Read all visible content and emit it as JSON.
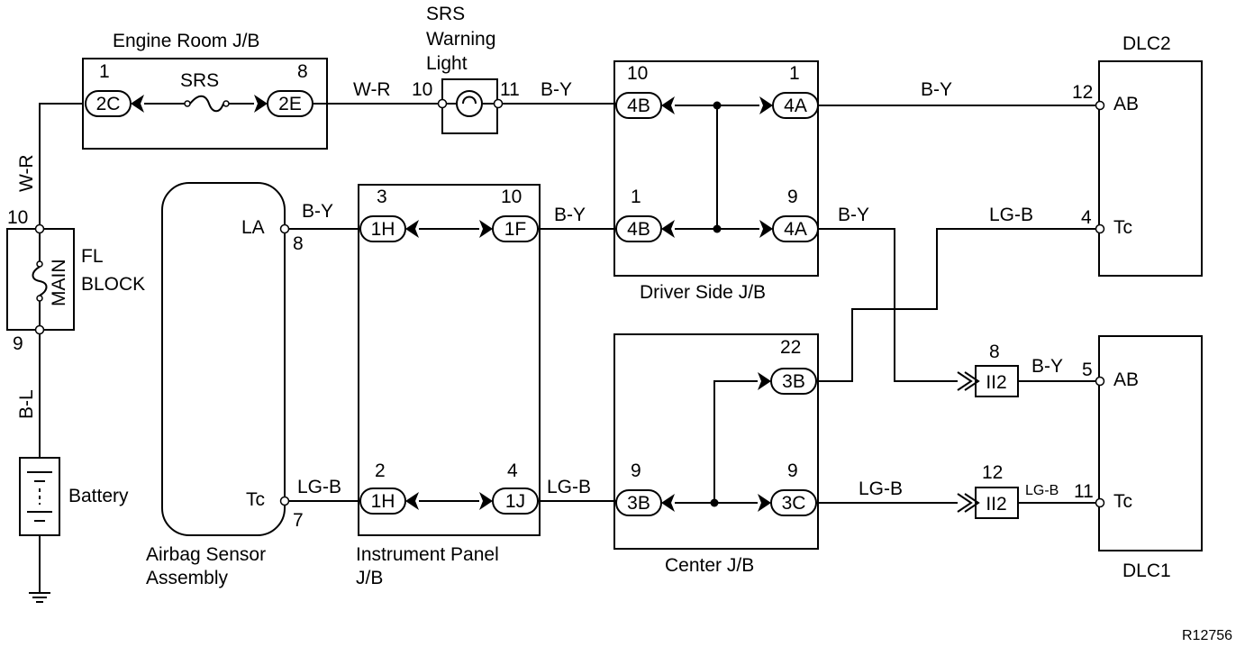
{
  "diagram": {
    "ref": "R12756",
    "engine_room_jb": {
      "title": "Engine Room J/B",
      "pin_left": "1",
      "pin_right": "8",
      "conn_left": "2C",
      "conn_right": "2E",
      "fuse": "SRS"
    },
    "srs_light": {
      "title_line1": "SRS",
      "title_line2": "Warning",
      "title_line3": "Light",
      "pin_in": "10",
      "pin_out": "11"
    },
    "driver_side_jb": {
      "title": "Driver Side J/B",
      "pin_tl": "10",
      "pin_tr": "1",
      "pin_bl": "1",
      "pin_br": "9",
      "conn_tl": "4B",
      "conn_tr": "4A",
      "conn_bl": "4B",
      "conn_br": "4A"
    },
    "dlc2": {
      "title": "DLC2",
      "pin_ab": "12",
      "label_ab": "AB",
      "pin_tc": "4",
      "label_tc": "Tc"
    },
    "fl_block": {
      "label_fl": "FL",
      "label_block": "BLOCK",
      "label_main": "MAIN",
      "pin_top": "10",
      "pin_bottom": "9"
    },
    "battery": {
      "label": "Battery"
    },
    "airbag": {
      "title_line1": "Airbag Sensor",
      "title_line2": "Assembly",
      "term_la": "LA",
      "pin_la": "8",
      "term_tc": "Tc",
      "pin_tc": "7"
    },
    "instrument_panel_jb": {
      "title_line1": "Instrument Panel",
      "title_line2": "J/B",
      "pin_tl": "3",
      "pin_tr": "10",
      "pin_bl": "2",
      "pin_br": "4",
      "conn_tl": "1H",
      "conn_tr": "1F",
      "conn_bl": "1H",
      "conn_br": "1J"
    },
    "center_jb": {
      "title": "Center J/B",
      "pin_tr": "22",
      "pin_bl": "9",
      "pin_br": "9",
      "conn_tr": "3B",
      "conn_bl": "3B",
      "conn_br": "3C"
    },
    "dlc1": {
      "title": "DLC1",
      "pin_ab": "5",
      "label_ab": "AB",
      "pin_tc": "11",
      "label_tc": "Tc"
    },
    "ii2_upper": {
      "label": "II2",
      "pin": "8"
    },
    "ii2_lower": {
      "label": "II2",
      "pin": "12"
    },
    "wires": {
      "w_r_vertical": "W-R",
      "b_l_vertical": "B-L",
      "w_r_top": "W-R",
      "b_y_light_out": "B-Y",
      "b_y_dlc2": "B-Y",
      "b_y_airbag": "B-Y",
      "b_y_ipjb_driver": "B-Y",
      "b_y_driver_out": "B-Y",
      "lg_b_dlc2": "LG-B",
      "b_y_dlc1": "B-Y",
      "lg_b_airbag": "LG-B",
      "lg_b_ipjb_center": "LG-B",
      "lg_b_center_out": "LG-B",
      "lg_b_dlc1": "LG-B"
    }
  }
}
